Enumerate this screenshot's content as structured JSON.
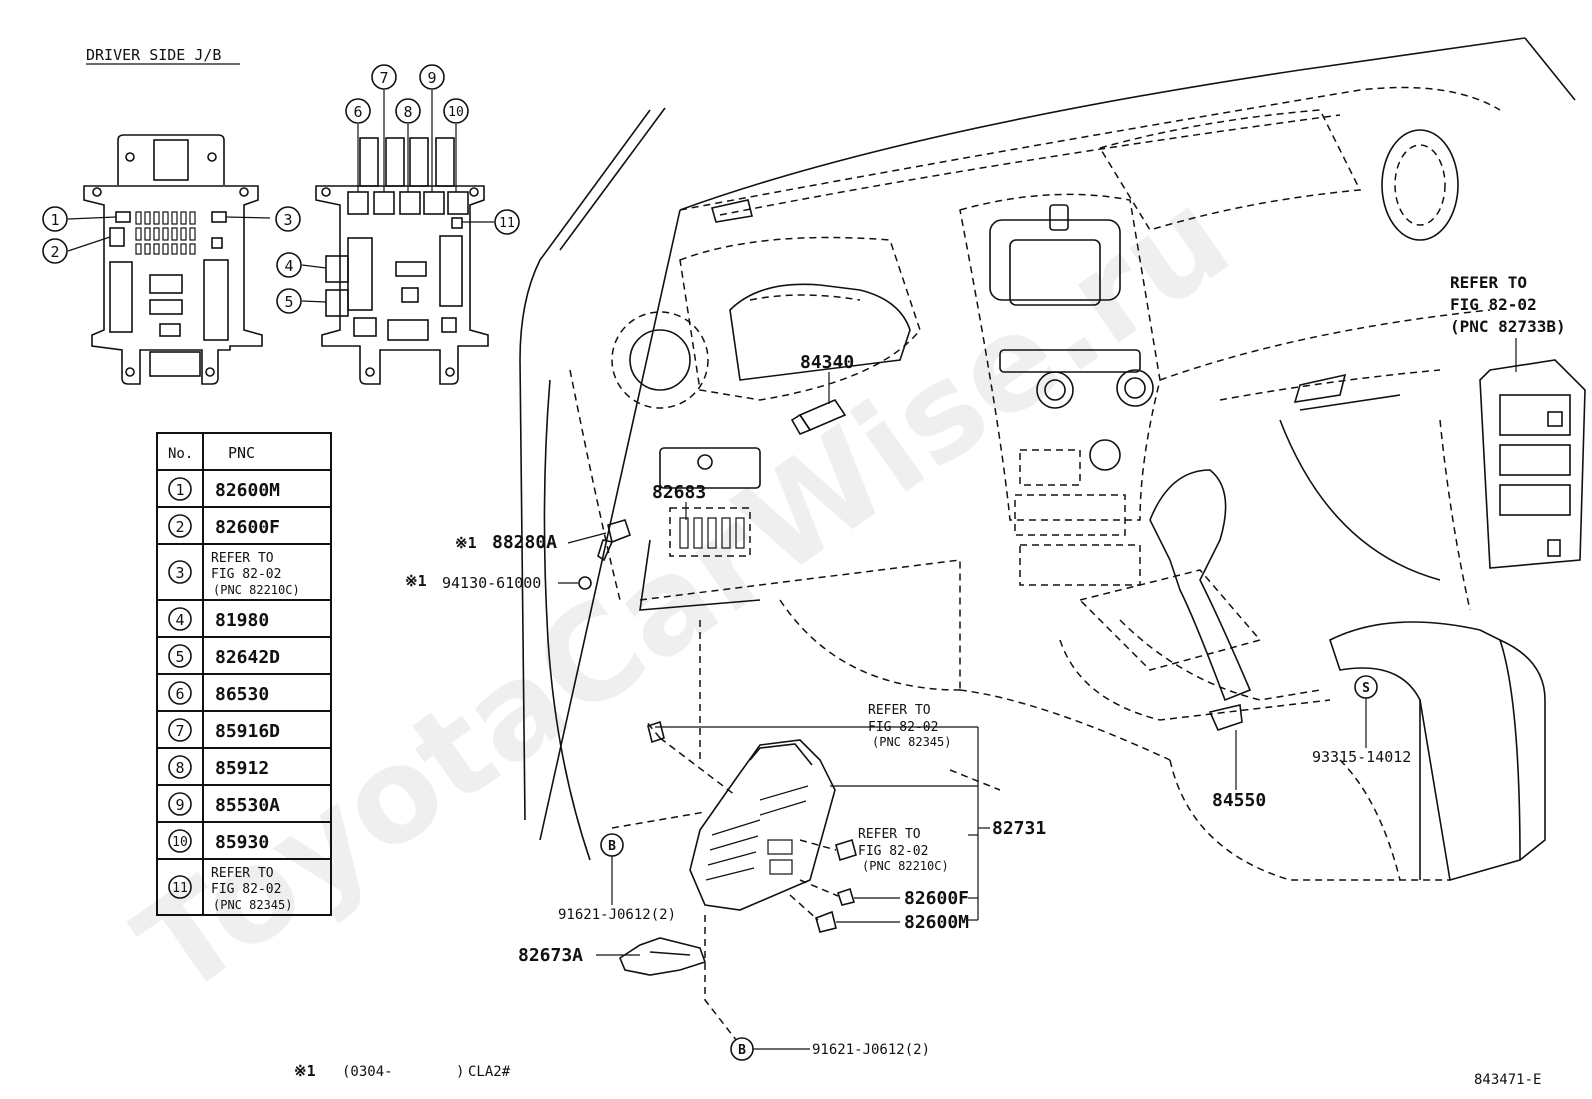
{
  "title": "DRIVER SIDE J/B",
  "watermark": "ToyotaCarWise.ru",
  "figure_id": "843471-E",
  "footnote": {
    "mark": "※1",
    "range": "(0304-",
    "close": ")",
    "grade": "CLA2#"
  },
  "table": {
    "headers": [
      "No.",
      "PNC"
    ],
    "rows": [
      {
        "no": "1",
        "pnc": "82600M"
      },
      {
        "no": "2",
        "pnc": "82600F"
      },
      {
        "no": "3",
        "pnc": [
          "REFER TO",
          "FIG 82-02",
          "(PNC 82210C)"
        ]
      },
      {
        "no": "4",
        "pnc": "81980"
      },
      {
        "no": "5",
        "pnc": "82642D"
      },
      {
        "no": "6",
        "pnc": "86530"
      },
      {
        "no": "7",
        "pnc": "85916D"
      },
      {
        "no": "8",
        "pnc": "85912"
      },
      {
        "no": "9",
        "pnc": "85530A"
      },
      {
        "no": "10",
        "pnc": "85930"
      },
      {
        "no": "11",
        "pnc": [
          "REFER TO",
          "FIG 82-02",
          "(PNC 82345)"
        ]
      }
    ]
  },
  "jb_callouts": [
    "1",
    "2",
    "3",
    "4",
    "5",
    "6",
    "7",
    "8",
    "9",
    "10",
    "11"
  ],
  "labels": {
    "p84340": "84340",
    "p82683": "82683",
    "p88280A": "88280A",
    "p94130": "94130-61000",
    "mark1": "※1",
    "mark2": "※1",
    "refer_top_right": [
      "REFER TO",
      "FIG 82-02",
      "(PNC 82733B)"
    ],
    "refer_mid": [
      "REFER TO",
      "FIG 82-02",
      "(PNC 82345)"
    ],
    "refer_low": [
      "REFER TO",
      "FIG 82-02",
      "(PNC 82210C)"
    ],
    "p82731": "82731",
    "p82600F": "82600F",
    "p82600M": "82600M",
    "p91621_a": "91621-J0612(2)",
    "p91621_b": "91621-J0612(2)",
    "p82673A": "82673A",
    "p93315": "93315-14012",
    "p84550": "84550",
    "circle_b1": "B",
    "circle_b2": "B",
    "circle_s": "S"
  }
}
